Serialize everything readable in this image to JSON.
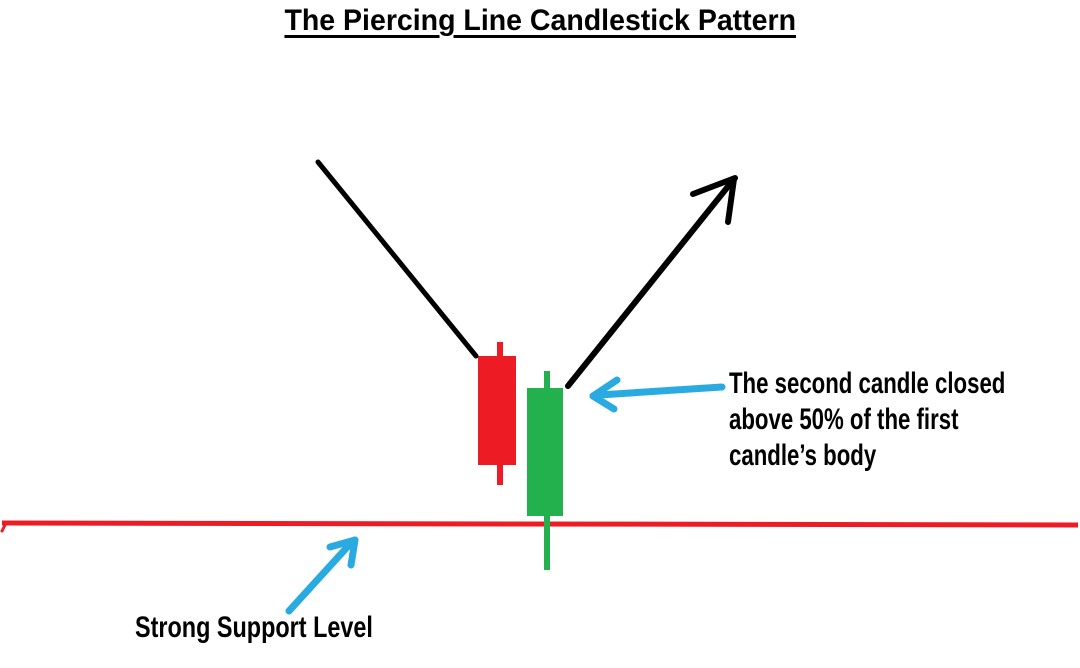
{
  "title": "The Piercing Line Candlestick Pattern",
  "annotations": {
    "second_candle_note": "The second candle closed above 50% of the first candle’s body",
    "support_note": "Strong Support Level"
  },
  "colors": {
    "trend_black": "#000000",
    "bearish_red": "#ED1C24",
    "bullish_green": "#22B14C",
    "support_red": "#ED1C24",
    "arrow_blue": "#29ABE2",
    "background": "#FFFFFF"
  }
}
